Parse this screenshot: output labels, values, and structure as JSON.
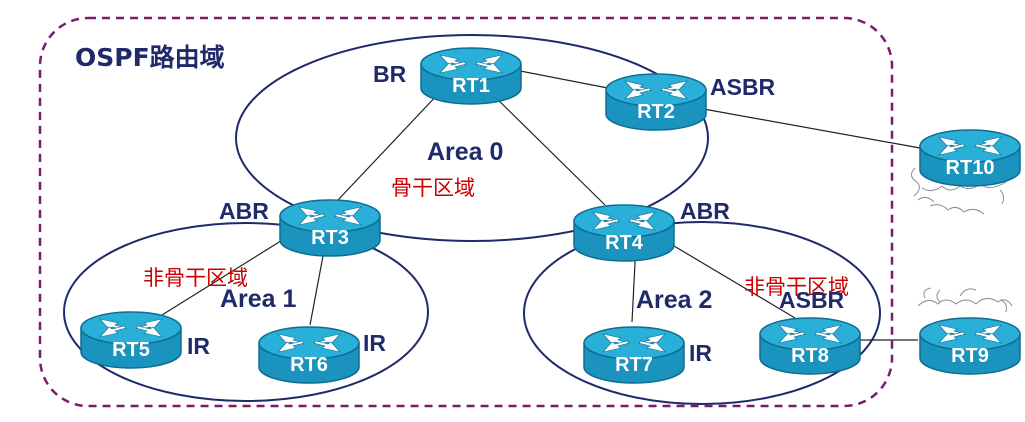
{
  "domain_title": "OSPF路由域",
  "areas": {
    "area0": {
      "label": "Area 0",
      "zone": "骨干区域"
    },
    "area1": {
      "label": "Area 1",
      "zone": "非骨干区域"
    },
    "area2": {
      "label": "Area 2",
      "zone": "非骨干区域"
    }
  },
  "routers": {
    "rt1": "RT1",
    "rt2": "RT2",
    "rt3": "RT3",
    "rt4": "RT4",
    "rt5": "RT5",
    "rt6": "RT6",
    "rt7": "RT7",
    "rt8": "RT8",
    "rt9": "RT9",
    "rt10": "RT10"
  },
  "roles": {
    "rt1": "BR",
    "rt2": "ASBR",
    "rt3": "ABR",
    "rt4": "ABR",
    "rt5": "IR",
    "rt6": "IR",
    "rt7": "IR",
    "rt8": "ASBR"
  },
  "links": [
    [
      "rt1",
      "rt2"
    ],
    [
      "rt1",
      "rt3"
    ],
    [
      "rt1",
      "rt4"
    ],
    [
      "rt2",
      "rt10"
    ],
    [
      "rt3",
      "rt5"
    ],
    [
      "rt3",
      "rt6"
    ],
    [
      "rt4",
      "rt7"
    ],
    [
      "rt4",
      "rt8"
    ],
    [
      "rt8",
      "rt9"
    ]
  ],
  "colors": {
    "router_top": "#2ab0d8",
    "router_body": "#1a93be",
    "router_dark": "#0d6d90",
    "domain_border": "#7a1b6e",
    "area_border": "#1f2a6b",
    "zone_text": "#cc0000",
    "role_text": "#1f2a6b"
  }
}
